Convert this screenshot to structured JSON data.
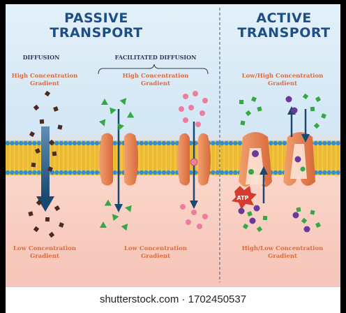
{
  "passive_title_line1": "PASSIVE",
  "passive_title_line2": "TRANSPORT",
  "active_title_line1": "ACTIVE",
  "active_title_line2": "TRANSPORT",
  "diffusion_label": "DIFFUSION",
  "facilitated_label": "FACILITATED DIFFUSION",
  "high_gradient": [
    "High Concentration",
    "Gradient"
  ],
  "low_gradient": [
    "Low Concentration",
    "Gradient"
  ],
  "active_top_gradient": [
    "Low/High Concentration",
    "Gradient"
  ],
  "active_bottom_gradient": [
    "High/Low Concentration",
    "Gradient"
  ],
  "atp_label": "ATP",
  "watermark": "shutterstock.com · 1702450537",
  "colors": {
    "title_blue": "#1d4f86",
    "gradient_orange": "#e06b3a",
    "membrane_head_blue": "#2f8fd0",
    "membrane_tail_yellow": "#f3c43c",
    "channel_orange": "#e8844a",
    "bottom_pink": "#f6c4b8",
    "top_blue": "#d3e7f5",
    "arrow_navy": "#1b4870",
    "molecule_brown": "#4a2a23",
    "molecule_green": "#35a845",
    "molecule_pink": "#ec7d9d",
    "molecule_purple": "#6a3a9a",
    "atp_red": "#d43c2e"
  }
}
